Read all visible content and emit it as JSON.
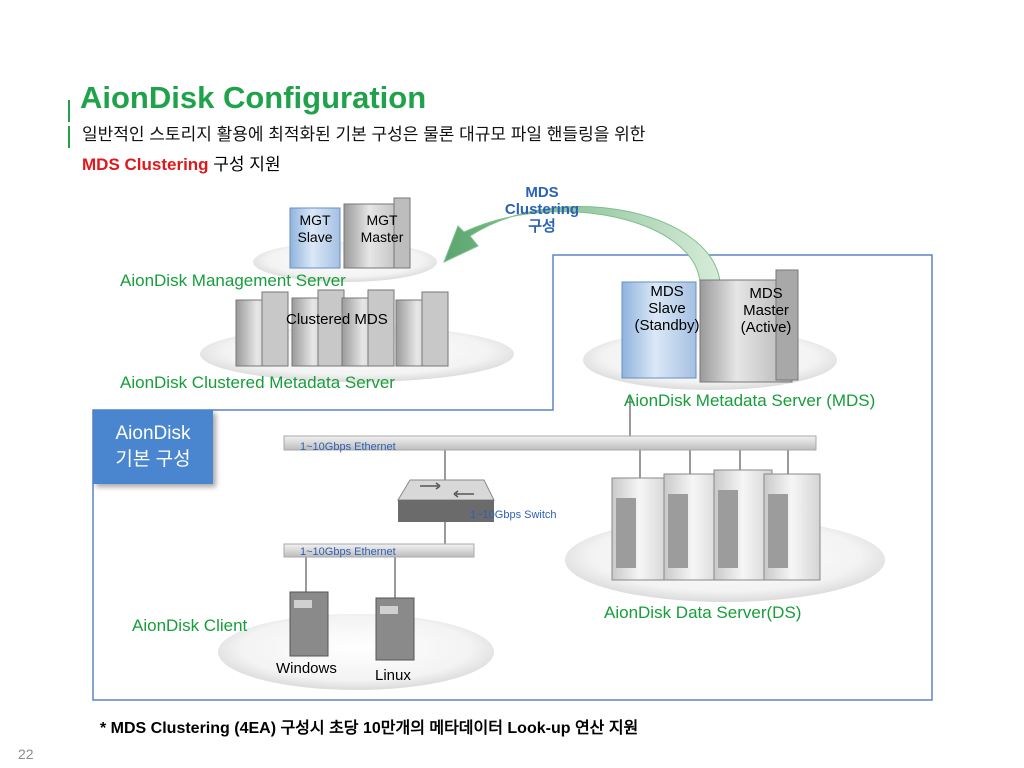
{
  "header": {
    "title": "AionDisk Configuration",
    "subtitle_line1": "일반적인 스토리지 활용에 최적화된 기본 구성은 물론 대규모 파일 핸들링을 위한",
    "subtitle_highlight": "MDS Clustering",
    "subtitle_rest": "구성 지원"
  },
  "badge": {
    "line1": "AionDisk",
    "line2": "기본 구성"
  },
  "clustering": {
    "line1": "MDS",
    "line2": "Clustering",
    "line3": "구성"
  },
  "mgt": {
    "slave_line1": "MGT",
    "slave_line2": "Slave",
    "master_line1": "MGT",
    "master_line2": "Master",
    "label": "AionDisk Management Server"
  },
  "cmds": {
    "center": "Clustered MDS",
    "label": "AionDisk Clustered Metadata Server"
  },
  "mds": {
    "slave_line1": "MDS",
    "slave_line2": "Slave",
    "slave_line3": "(Standby)",
    "master_line1": "MDS",
    "master_line2": "Master",
    "master_line3": "(Active)",
    "label": "AionDisk Metadata Server (MDS)"
  },
  "network": {
    "ethernet_top": "1~10Gbps Ethernet",
    "switch": "1~10Gbps Switch",
    "ethernet_bottom": "1~10Gbps Ethernet"
  },
  "ds": {
    "label": "AionDisk Data Server(DS)"
  },
  "client": {
    "label": "AionDisk Client",
    "windows": "Windows",
    "linux": "Linux"
  },
  "footnote": "* MDS Clustering (4EA) 구성시 초당 10만개의 메타데이터 Look-up 연산 지원",
  "page_number": "22",
  "colors": {
    "green": "#1fa24a",
    "red": "#e0181c",
    "blue": "#4a86cf",
    "outline": "#5b84c4"
  }
}
